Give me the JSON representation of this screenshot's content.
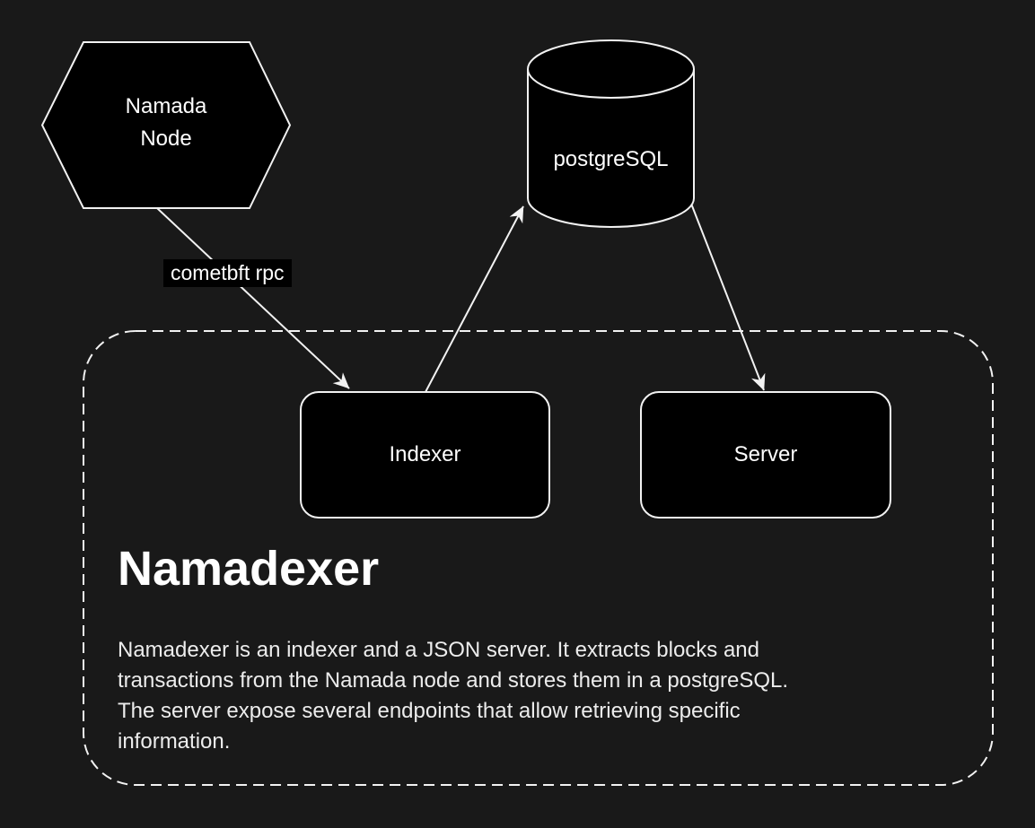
{
  "diagram": {
    "type": "architecture-flowchart",
    "colors": {
      "background": "#191919",
      "node_fill": "#000000",
      "stroke": "#f2f2f2",
      "text": "#ffffff",
      "edge_label_background": "#000000"
    },
    "nodes": {
      "namada_node": {
        "shape": "hexagon",
        "label": "Namada\nNode"
      },
      "postgresql": {
        "shape": "cylinder",
        "label": "postgreSQL"
      },
      "indexer": {
        "shape": "rounded-rect",
        "label": "Indexer"
      },
      "server": {
        "shape": "rounded-rect",
        "label": "Server"
      }
    },
    "edges": [
      {
        "from": "namada_node",
        "to": "indexer",
        "label": "cometbft rpc"
      },
      {
        "from": "indexer",
        "to": "postgresql",
        "label": ""
      },
      {
        "from": "postgresql",
        "to": "server",
        "label": ""
      }
    ],
    "edge_label": "cometbft rpc",
    "container": {
      "title": "Namadexer",
      "description": "Namadexer is an indexer and a JSON server. It extracts blocks and\ntransactions from the Namada node and stores them in a postgreSQL.\nThe server expose several endpoints that allow retrieving specific\ninformation."
    }
  }
}
